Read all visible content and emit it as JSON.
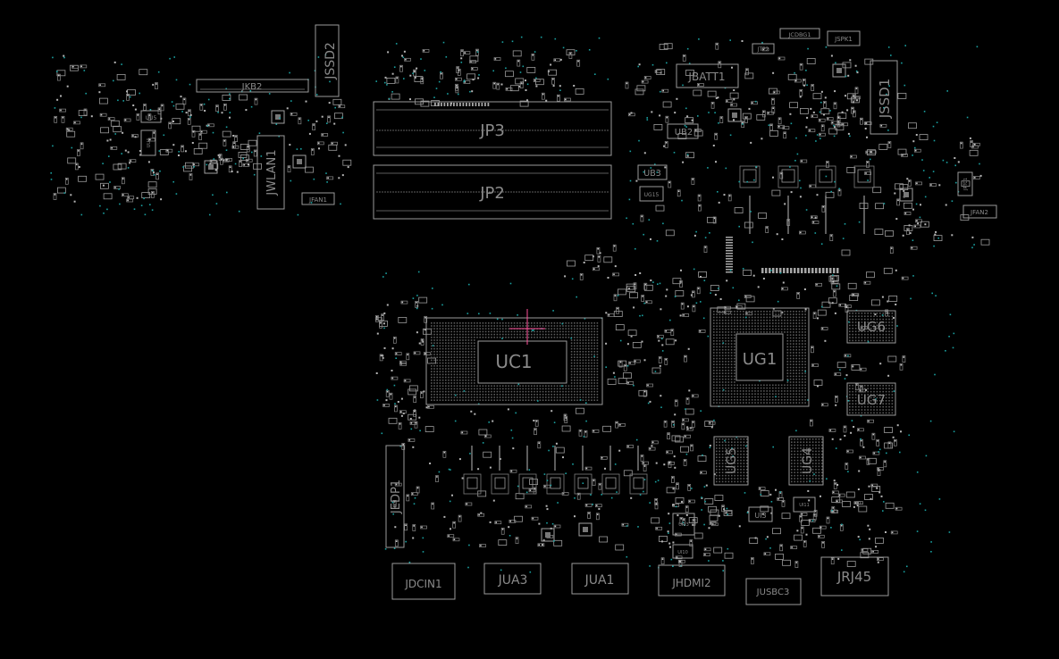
{
  "title": "",
  "labels": {
    "jkb2": "JKB2",
    "jssd2": "JSSD2",
    "jwlan1": "JWLAN1",
    "jfan1": "JFAN1",
    "uu5": "UU5",
    "uu4": "UU4",
    "jp3": "JP3",
    "jp2": "JP2",
    "jbatt1": "JBATT1",
    "jcdbg1": "JCDBG1",
    "jtp2": "JTP2",
    "jspk1": "JSPK1",
    "jssd1": "JSSD1",
    "ub2": "UB2",
    "ub3": "UB3",
    "ug15": "UG15",
    "jrtc1": "JRTC1",
    "jfan2": "JFAN2",
    "uc1": "UC1",
    "ug1": "UG1",
    "ug6": "UG6",
    "ug7": "UG7",
    "ug5": "UG5",
    "ug4": "UG4",
    "jedp1": "JEDP1",
    "ui3": "UI3",
    "ui11": "UI11",
    "ui13": "UI13",
    "ui10": "UI10",
    "jdcin1": "JDCIN1",
    "jua3": "JUA3",
    "jua1": "JUA1",
    "jhdmi2": "JHDMI2",
    "jusbc3": "JUSBC3",
    "jrj45": "JRJ45"
  },
  "colors": {
    "background": "#000000",
    "outline": "#9a9a9a",
    "label": "#8a8a8a",
    "testpoint": "#19a0a0",
    "marker": "#ff4f9a"
  }
}
